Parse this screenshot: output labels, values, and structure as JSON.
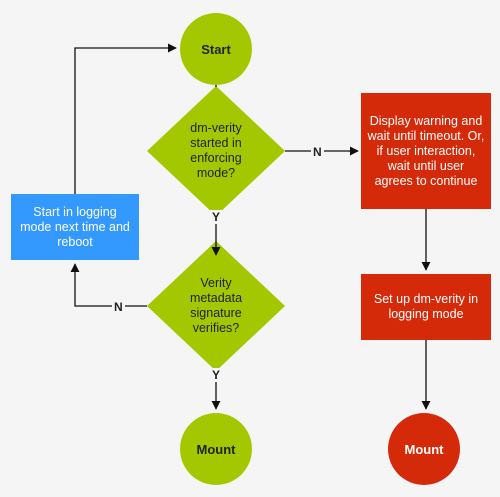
{
  "nodes": {
    "start": "Start",
    "check_enforcing": "dm-verity started in enforcing mode?",
    "verify_signature": "Verity metadata signature verifies?",
    "mount_left": "Mount",
    "logging_reboot": "Start in logging mode next time and reboot",
    "display_warning": "Display warning and wait until timeout. Or, if user interaction, wait until user agrees to continue",
    "setup_logging": "Set up dm-verity in logging mode",
    "mount_right": "Mount"
  },
  "edge_labels": {
    "enforcing_no": "N",
    "enforcing_yes": "Y",
    "signature_no": "N",
    "signature_yes": "Y"
  },
  "colors": {
    "decision_green": "#a4c800",
    "warning_red": "#d42a0a",
    "logging_blue": "#3399ff",
    "arrow": "#111111",
    "background": "#f5f5f5"
  }
}
